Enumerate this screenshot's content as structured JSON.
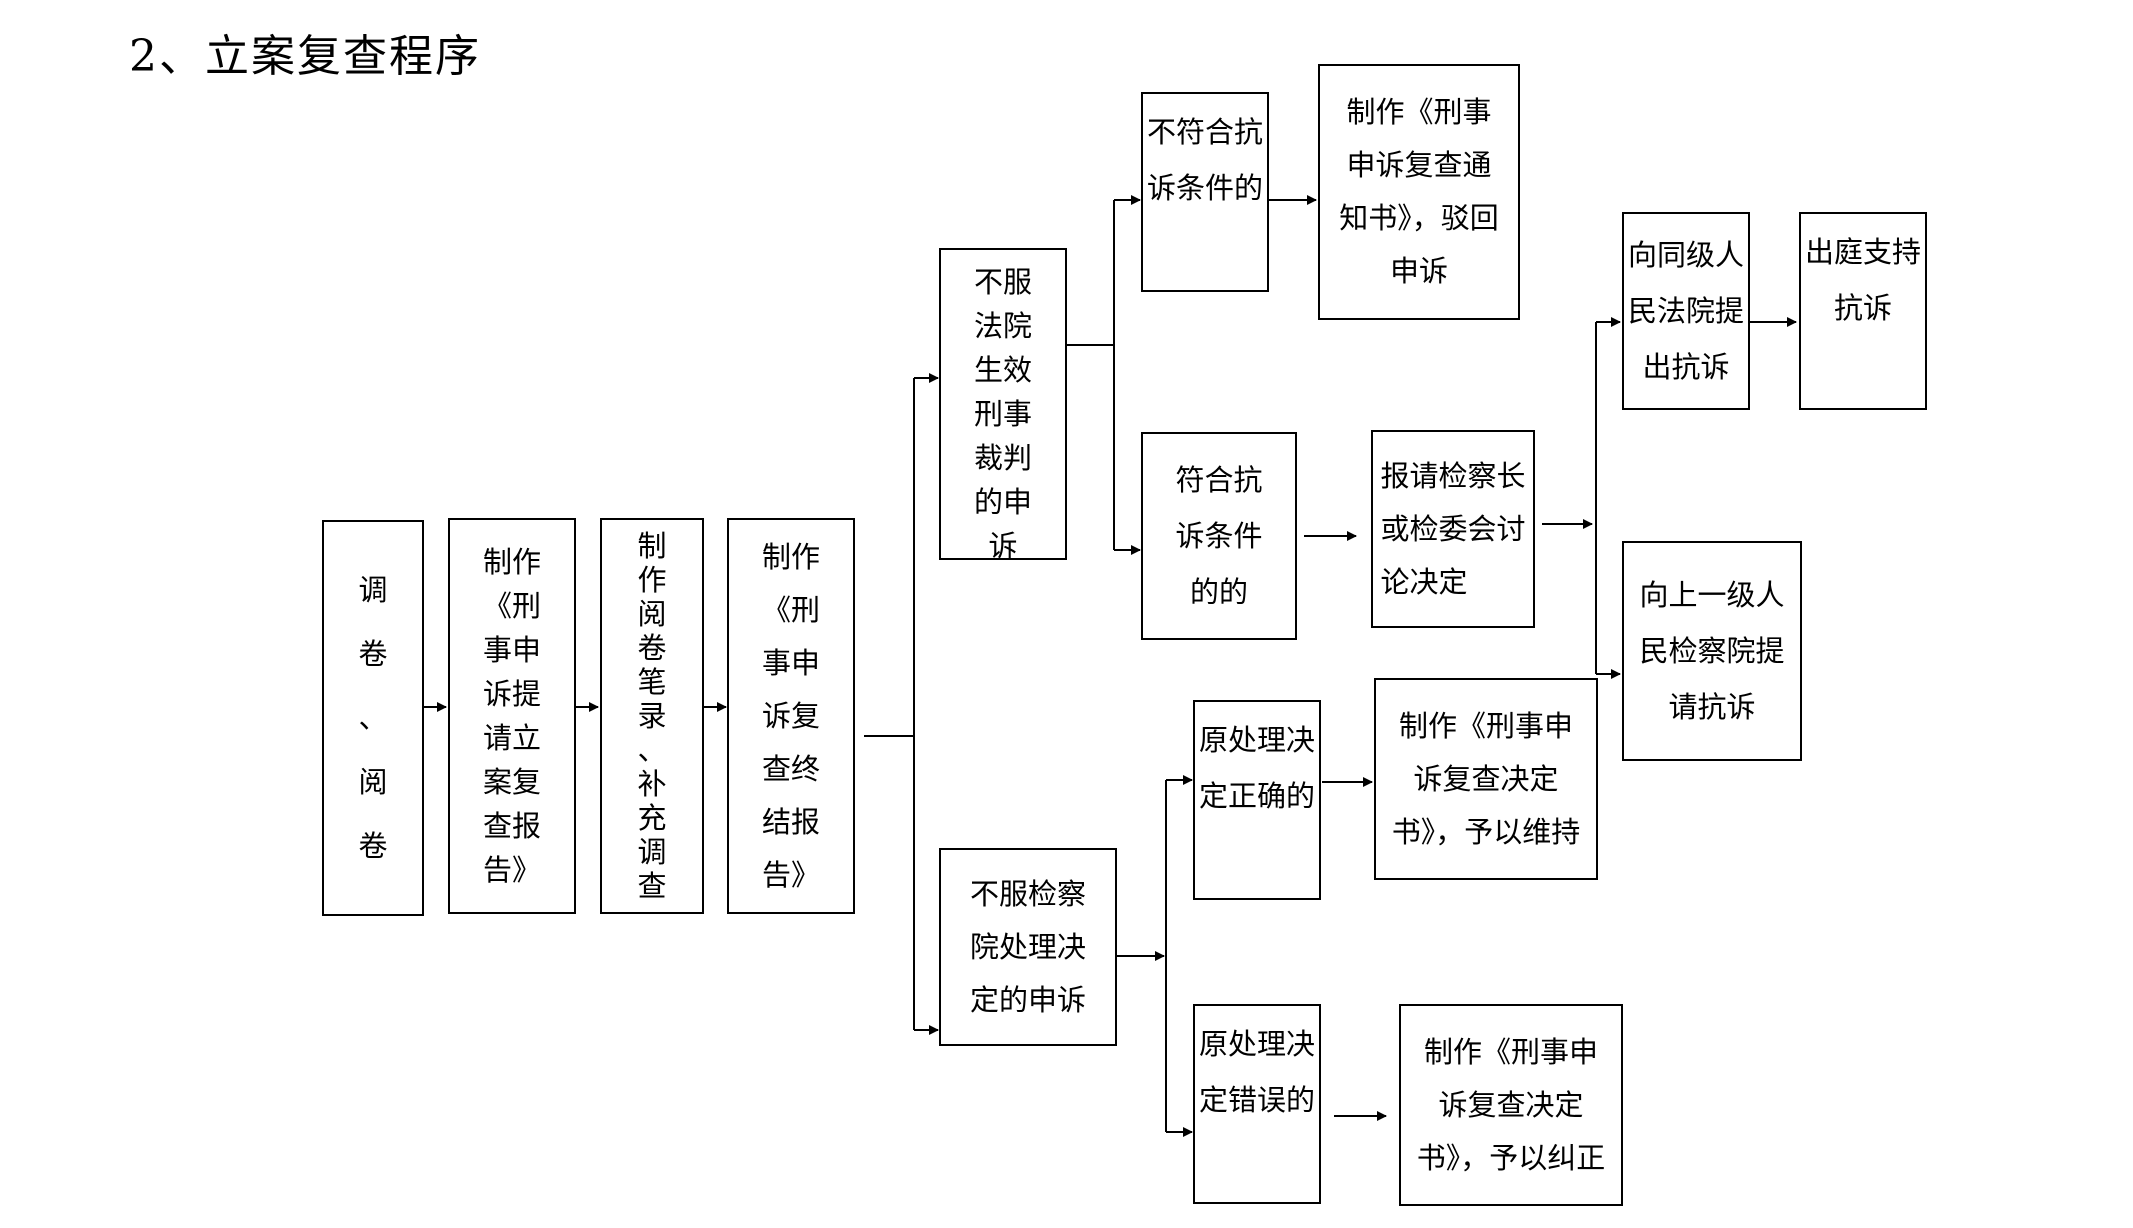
{
  "title": "2、立案复查程序",
  "boxes": {
    "b1": "调\n卷\n、\n阅\n卷",
    "b2": "制作\n《刑\n事申\n诉提\n请立\n案复\n查报\n告》",
    "b3": "制\n作\n阅\n卷\n笔\n录\n、\n补\n充\n调\n查",
    "b4": "制作\n《刑\n事申\n诉复\n查终\n结报\n告》",
    "b5": "不服\n法院\n生效\n刑事\n裁判\n的申\n诉",
    "b6": "不服检察\n院处理决\n定的申诉",
    "b7": "不符合抗\n诉条件的",
    "b8": "制作《刑事\n申诉复查通\n知书》，驳回\n申诉",
    "b9": "符合抗\n诉条件\n的的",
    "b10": "报请检察长\n或检委会讨\n论决定",
    "b11": "向同级人\n民法院提\n出抗诉",
    "b12": "出庭支持\n抗诉",
    "b13": "向上一级人\n民检察院提\n请抗诉",
    "b14": "原处理决\n定正确的",
    "b15": "制作《刑事申\n诉复查决定\n书》，予以维持",
    "b16": "原处理决\n定错误的",
    "b17": "制作《刑事申\n诉复查决定\n书》，予以纠正"
  }
}
